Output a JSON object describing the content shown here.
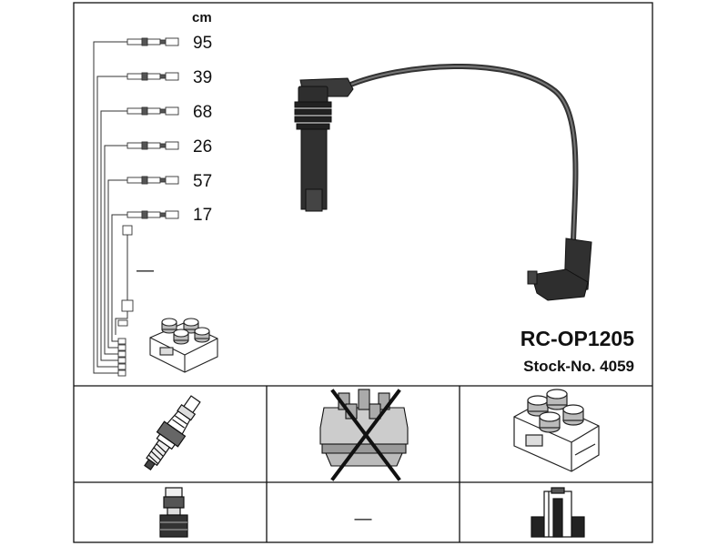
{
  "catalog": {
    "unit_label": "cm",
    "part_number": "RC-OP1205",
    "stock_number": "Stock-No. 4059"
  },
  "leads": [
    {
      "length": "95"
    },
    {
      "length": "39"
    },
    {
      "length": "68"
    },
    {
      "length": "26"
    },
    {
      "length": "57"
    },
    {
      "length": "17"
    }
  ],
  "compatibility": {
    "distributor_cap_excluded": true,
    "row2_middle_dash": "—",
    "short_lead_dash": "—"
  },
  "icons": {
    "cable": "ignition-lead-icon",
    "spark_plug": "spark-plug-icon",
    "distributor_cap": "distributor-cap-icon",
    "coil": "ignition-coil-icon",
    "plug_connector": "plug-connector-icon",
    "coil_terminal": "coil-terminal-icon"
  }
}
